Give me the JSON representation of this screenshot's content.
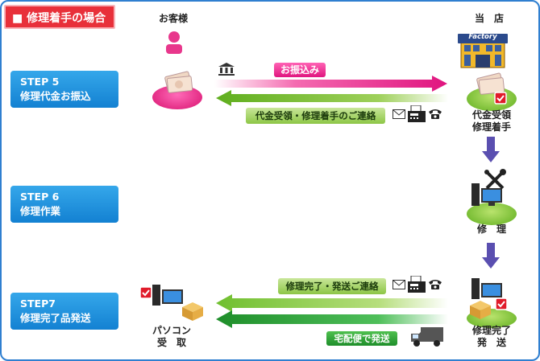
{
  "title": "■ 修理着手の場合",
  "customer_label": "お客様",
  "shop_label": "当　店",
  "factory_sign": "Factory",
  "steps": [
    {
      "line1": "STEP 5",
      "line2": "修理代金お振込"
    },
    {
      "line1": "STEP 6",
      "line2": "修理作業"
    },
    {
      "line1": "STEP7",
      "line2": "修理完了品発送"
    }
  ],
  "arrows": {
    "transfer": "お振込み",
    "receipt_notice": "代金受領・修理着手のご連絡",
    "complete_notice": "修理完了・発送ご連絡",
    "delivery": "宅配便で発送"
  },
  "stations": {
    "payment_received_1": "代金受領",
    "payment_received_2": "修理着手",
    "repair": "修　理",
    "complete_1": "修理完了",
    "complete_2": "発　送",
    "pc_receive_1": "パソコン",
    "pc_receive_2": "受　取"
  },
  "colors": {
    "step_blue": "#1a8ad8",
    "title_red": "#e8303a",
    "pink": "#e0157f",
    "light_green": "#8cc646",
    "dark_green": "#1e8e2a",
    "down_arrow": "#5a4fb0"
  },
  "icons": [
    "person-icon",
    "factory-icon",
    "bank-icon",
    "money-icon",
    "mail-icon",
    "fax-icon",
    "phone-icon",
    "tools-icon",
    "computer-icon",
    "box-icon",
    "check-icon",
    "truck-icon",
    "down-arrow-icon"
  ]
}
